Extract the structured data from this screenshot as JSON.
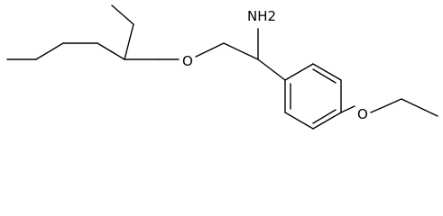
{
  "molecule": {
    "labels": {
      "amine": "NH2",
      "ether_oxygen_left": "O",
      "ether_oxygen_right": "O"
    },
    "colors": {
      "bond": "#000000",
      "label": "#000000",
      "background": "#ffffff"
    }
  }
}
